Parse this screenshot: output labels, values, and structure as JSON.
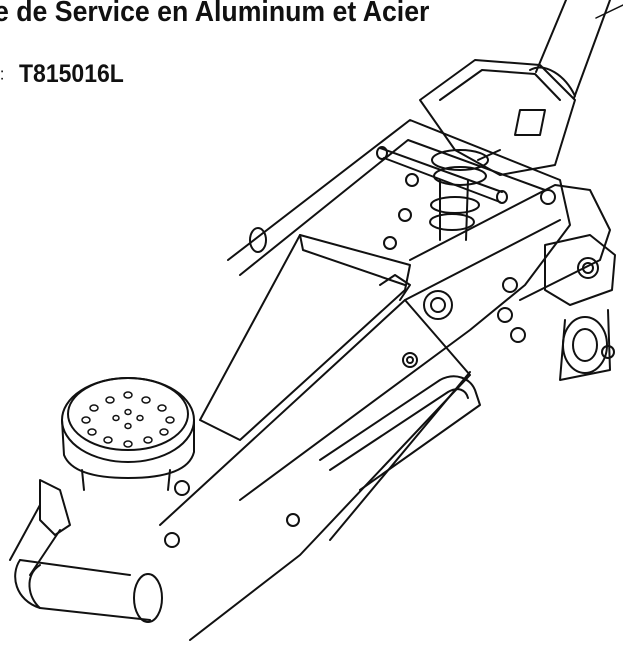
{
  "document": {
    "title": "e de Service en Aluminum et Acier",
    "model_label": "l:",
    "model_number": "T815016L"
  },
  "illustration": {
    "subject": "floor-jack",
    "color": "#111111"
  }
}
